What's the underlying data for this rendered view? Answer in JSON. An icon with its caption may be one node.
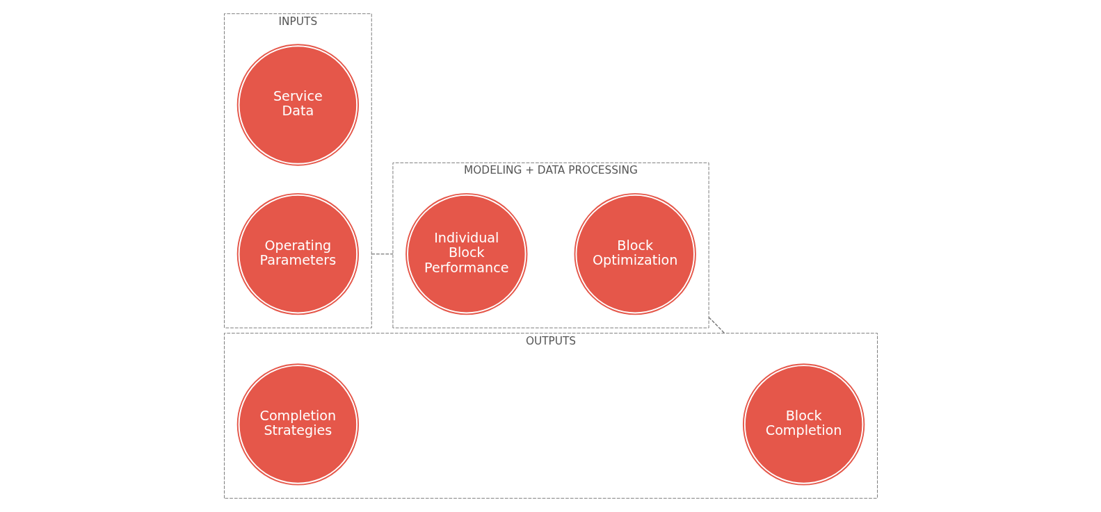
{
  "diagram": {
    "nodes": [
      {
        "text": [
          "INPUTS"
        ]
      },
      {
        "text": [
          "Service Data"
        ],
        "in": 0
      },
      {
        "text": [
          "Operating Parameters"
        ],
        "in": 0
      },
      {
        "text": [
          "MODELING + DATA PROCESSING"
        ]
      },
      {
        "text": [
          "Individual Block Performance"
        ],
        "in": 3
      },
      {
        "text": [
          "Block Optimization"
        ],
        "in": 3
      },
      {
        "text": [
          "OUTPUTS"
        ]
      },
      {
        "text": [
          "Block Completion"
        ],
        "in": 6
      },
      {
        "text": [
          "Completion Strategies"
        ],
        "in": 6
      }
    ],
    "edges": [
      {
        "from": 0,
        "to": 3,
        "arrow": "none",
        "style": "dashed"
      },
      {
        "from": 3,
        "to": 6,
        "arrow": "none",
        "style": "dashed"
      }
    ]
  }
}
